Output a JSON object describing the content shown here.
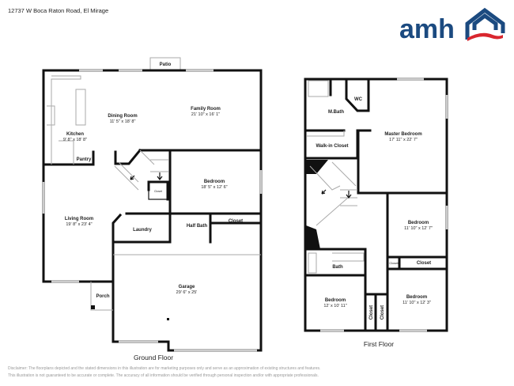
{
  "address": "12737 W Boca Raton Road, El Mirage",
  "logo": {
    "text": "amh",
    "brand_color": "#1b4a80",
    "swoosh_color": "#d9262e"
  },
  "ground_floor": {
    "label": "Ground Floor",
    "rooms": [
      {
        "name": "Patio",
        "dims": ""
      },
      {
        "name": "Dining Room",
        "dims": "11' 5\" x 18' 8\""
      },
      {
        "name": "Family Room",
        "dims": "21' 10\" x 16' 1\""
      },
      {
        "name": "Kitchen",
        "dims": "9' 8\" x 18' 8\""
      },
      {
        "name": "Pantry",
        "dims": ""
      },
      {
        "name": "Closet",
        "dims": ""
      },
      {
        "name": "Bedroom",
        "dims": "18' 5\" x 12' 6\""
      },
      {
        "name": "Living Room",
        "dims": "19' 8\" x 23' 4\""
      },
      {
        "name": "Laundry",
        "dims": ""
      },
      {
        "name": "Half Bath",
        "dims": ""
      },
      {
        "name": "Closet",
        "dims": ""
      },
      {
        "name": "Porch",
        "dims": ""
      },
      {
        "name": "Garage",
        "dims": "29' 6\" x 25'"
      }
    ]
  },
  "first_floor": {
    "label": "First Floor",
    "rooms": [
      {
        "name": "M.Bath",
        "dims": ""
      },
      {
        "name": "WC",
        "dims": ""
      },
      {
        "name": "Walk-in Closet",
        "dims": ""
      },
      {
        "name": "Master Bedroom",
        "dims": "17' 11\" x 22' 7\""
      },
      {
        "name": "Bedroom",
        "dims": "11' 10\" x 12' 7\""
      },
      {
        "name": "Closet",
        "dims": ""
      },
      {
        "name": "Closet",
        "dims": ""
      },
      {
        "name": "Bath",
        "dims": ""
      },
      {
        "name": "Bedroom",
        "dims": "12' x 10' 11\""
      },
      {
        "name": "Bedroom",
        "dims": "11' 10\" x 12' 3\""
      },
      {
        "name": "Closet",
        "dims": ""
      },
      {
        "name": "Closet",
        "dims": ""
      }
    ]
  },
  "disclaimer": [
    "Disclaimer: The floorplans depicted and the stated dimensions in this illustration are for marketing purposes only and serve as an approximation of existing structures and features.",
    "This illustration is not guaranteed to be accurate or complete. The accuracy of all information should be verified through personal inspection and/or with appropriate professionals."
  ]
}
